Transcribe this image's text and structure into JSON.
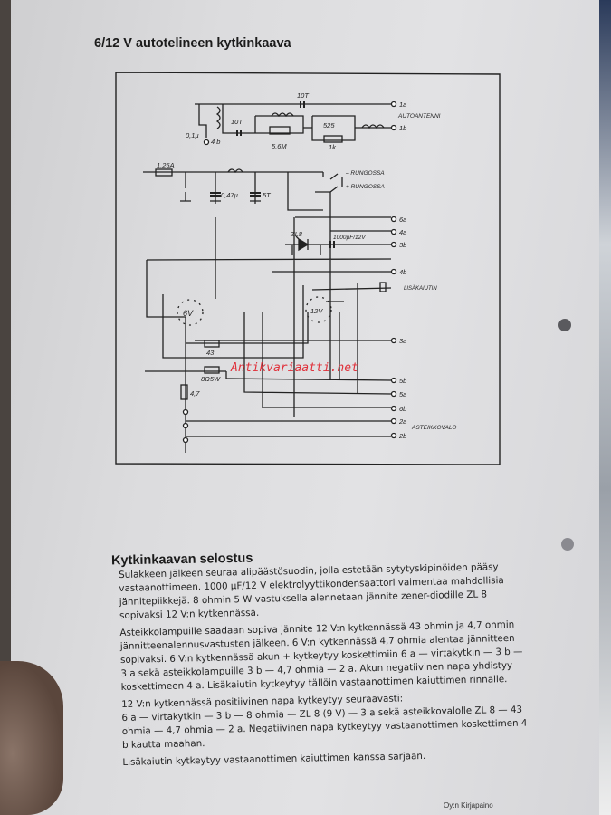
{
  "page": {
    "title": "6/12 V autotelineen kytkinkaava",
    "diagram": {
      "labels": {
        "c_10t_top": "10T",
        "c_10t": "10T",
        "c_01": "0,1µ",
        "t_4b_left": "4 b",
        "r_56m": "5,6M",
        "c_525": "525",
        "r_1k": "1k",
        "autoantenni": "AUTOANTENNI",
        "fuse": "1,25A",
        "c_047": "0,47µ",
        "c_5t": "5T",
        "rungossa_minus": "– RUNGOSSA",
        "rungossa_plus": "+ RUNGOSSA",
        "zl8": "ZL8",
        "c_1000": "1000µF/12V",
        "sw_6v": "6V",
        "sw_12v": "12V",
        "r_43": "43",
        "r_8": "8Ω5W",
        "r_47": "4,7",
        "lisakaiutin": "LISÄKAIUTIN",
        "asteikkovalo": "ASTEIKKOVALO"
      },
      "terminals": [
        "1a",
        "1b",
        "6a",
        "4a",
        "3b",
        "4b",
        "3a",
        "5b",
        "5a",
        "6b",
        "2a",
        "2b"
      ],
      "watermark": "Antikvariaatti.net"
    },
    "section_title": "Kytkinkaavan selostus",
    "paragraphs": [
      "Sulakkeen jälkeen seuraa alipäästösuodin, jolla estetään sytytyskipinöiden pääsy vastaanottimeen. 1000 µF/12 V elektrolyyttikondensaattori vaimentaa mahdollisia jännitepiikkejä. 8 ohmin 5 W vastuksella alennetaan jännite zener-diodille ZL 8 sopivaksi 12 V:n kytkennässä.",
      "Asteikkolampuille saadaan sopiva jännite 12 V:n kytkennässä 43 ohmin ja 4,7 ohmin jännitteenalennusvastusten jälkeen. 6 V:n kytkennässä 4,7 ohmia alentaa jännitteen sopivaksi. 6 V:n kytkennässä akun + kytkeytyy koskettimiin 6 a — virtakytkin — 3 b — 3 a sekä asteikkolampuille 3 b — 4,7 ohmia — 2 a. Akun negatiivinen napa yhdistyy koskettimeen 4 a. Lisäkaiutin kytkeytyy tällöin vastaanottimen kaiuttimen rinnalle.",
      "12 V:n kytkennässä positiivinen napa kytkeytyy seuraavasti:",
      "6 a — virtakytkin — 3 b — 8 ohmia — ZL 8 (9 V) — 3 a sekä asteikkovalolle ZL 8 — 43 ohmia — 4,7 ohmia — 2 a. Negatiivinen napa kytkeytyy vastaanottimen koskettimen 4 b kautta maahan.",
      "Lisäkaiutin kytkeytyy vastaanottimen kaiuttimen kanssa sarjaan."
    ],
    "footer": "Oy:n Kirjapaino"
  }
}
